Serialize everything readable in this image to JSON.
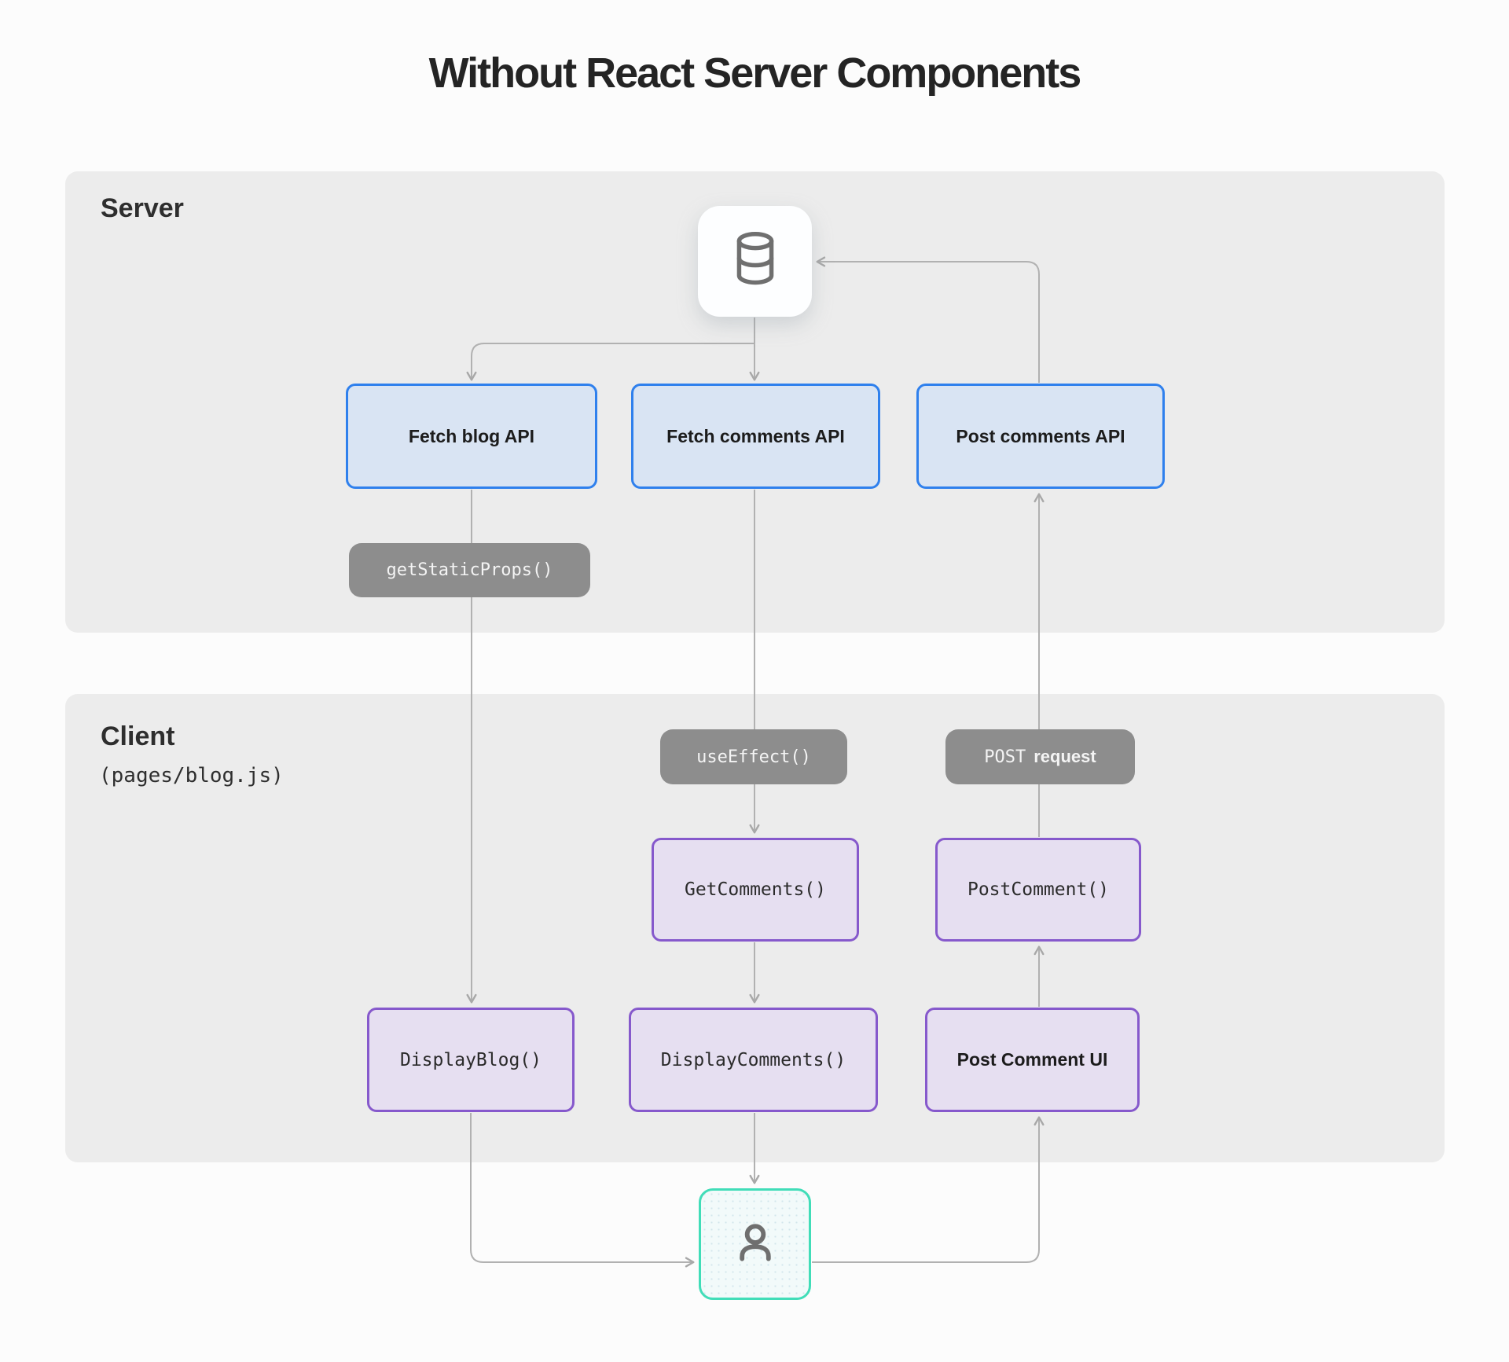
{
  "title": "Without React Server Components",
  "server_section": {
    "label": "Server"
  },
  "client_section": {
    "label": "Client",
    "sublabel": "(pages/blog.js)"
  },
  "nodes": {
    "fetch_blog_api": {
      "label": "Fetch blog API"
    },
    "fetch_comments_api": {
      "label": "Fetch comments API"
    },
    "post_comments_api": {
      "label": "Post comments API"
    },
    "get_static_props": {
      "label": "getStaticProps()"
    },
    "use_effect": {
      "label": "useEffect()"
    },
    "post_request": {
      "verb": "POST",
      "word": "request"
    },
    "get_comments": {
      "label": "GetComments()"
    },
    "post_comment": {
      "label": "PostComment()"
    },
    "display_blog": {
      "label": "DisplayBlog()"
    },
    "display_comments": {
      "label": "DisplayComments()"
    },
    "post_comment_ui": {
      "label": "Post Comment UI"
    }
  },
  "icons": {
    "database": "database-icon",
    "user": "user-icon"
  },
  "colors": {
    "page_background": "#fcfcfc",
    "panel_background": "#ececec",
    "api_box_border": "#2f80ed",
    "api_box_fill": "#d9e4f3",
    "component_box_border": "#8659cc",
    "component_box_fill": "#e6dff1",
    "pill_fill": "#8d8d8d",
    "user_box_border": "#41ddb8",
    "user_box_fill": "#f2fafa",
    "connector": "#adadad",
    "title_text": "#242424"
  }
}
